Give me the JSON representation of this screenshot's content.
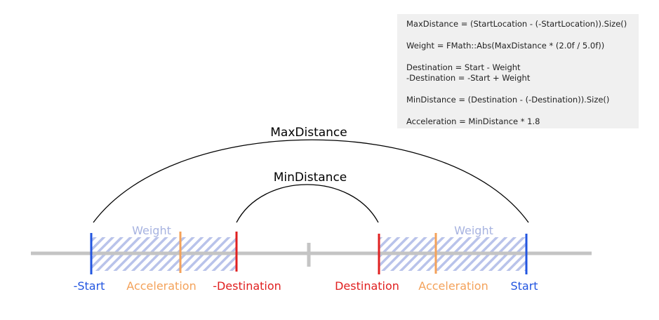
{
  "colors": {
    "baseline": "#c4c4c4",
    "start": "#2255e0",
    "acceleration": "#f4a25a",
    "destination": "#e02020",
    "weight_label": "#a7b3e0",
    "hatch": "#b9c3ea",
    "arc": "#000000",
    "formula_bg": "#f0f0f0"
  },
  "diagram": {
    "arcs": {
      "max_label": "MaxDistance",
      "min_label": "MinDistance"
    },
    "weight_labels": [
      "Weight",
      "Weight"
    ],
    "markers": {
      "neg_start": "-Start",
      "left_acceleration": "Acceleration",
      "neg_destination": "-Destination",
      "destination": "Destination",
      "right_acceleration": "Acceleration",
      "start": "Start"
    }
  },
  "formulas": [
    "MaxDistance = (StartLocation - (-StartLocation)).Size()",
    "Weight = FMath::Abs(MaxDistance * (2.0f / 5.0f))",
    "Destination = Start - Weight",
    "-Destination = -Start + Weight",
    "MinDistance = (Destination - (-Destination)).Size()",
    "Acceleration = MinDistance * 1.8"
  ]
}
